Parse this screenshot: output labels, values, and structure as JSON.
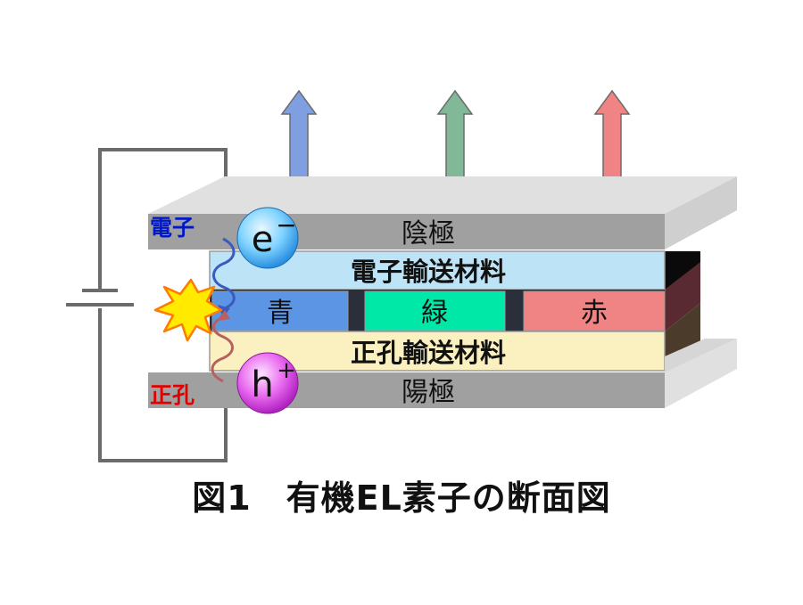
{
  "labels": {
    "cathode": "陰極",
    "electron_transport": "電子輸送材料",
    "emitter_blue": "青",
    "emitter_green": "緑",
    "emitter_red": "赤",
    "hole_transport": "正孔輸送材料",
    "anode": "陽極",
    "electron": "電子",
    "hole": "正孔",
    "electron_symbol": "e",
    "electron_sign": "−",
    "hole_symbol": "h",
    "hole_sign": "+"
  },
  "caption": "図1　有機EL素子の断面図",
  "colors": {
    "blue_light": "#7F9FE0",
    "green_light": "#80B898",
    "red_light": "#F08484",
    "electrode": "#A0A0A0",
    "electron_transport": "#BDE3F6",
    "hole_transport": "#FBF1C0",
    "emitter_blue": "#5C95E4",
    "emitter_green": "#00E8A8",
    "emitter_red": "#F08484",
    "electron_label": "#0018C8",
    "hole_label": "#E00000"
  }
}
